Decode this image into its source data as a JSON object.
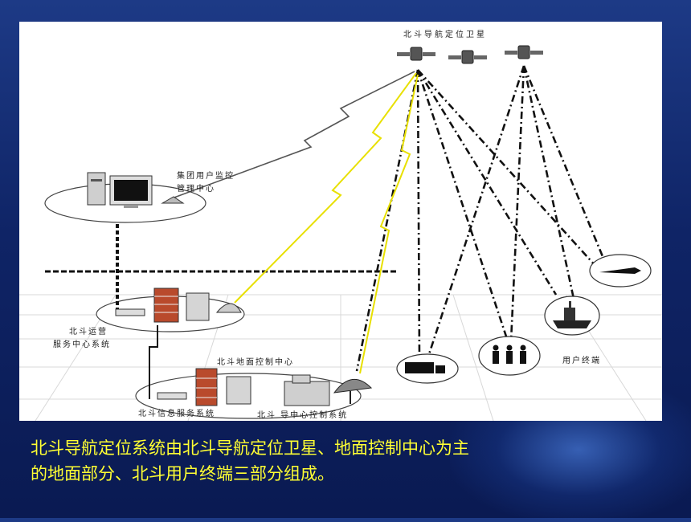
{
  "diagram": {
    "labels": {
      "satellites": "北斗导航定位卫星",
      "group_monitor_line1": "集团用户监控",
      "group_monitor_line2": "管理中心",
      "ops_line1": "北斗运营",
      "ops_line2": "服务中心系统",
      "ground_control": "北斗地面控制中心",
      "info_service": "北斗信息服务系统",
      "nav_center": "北斗 导中心控制系统",
      "user_terminals": "用户终端"
    }
  },
  "caption": {
    "line1": "北斗导航定位系统由北斗导航定位卫星、地面控制中心为主",
    "line2": "的地面部分、北斗用户终端三部分组成。"
  },
  "colors": {
    "caption": "#ffff33",
    "lightning": "#e8e000",
    "link": "#111111"
  }
}
